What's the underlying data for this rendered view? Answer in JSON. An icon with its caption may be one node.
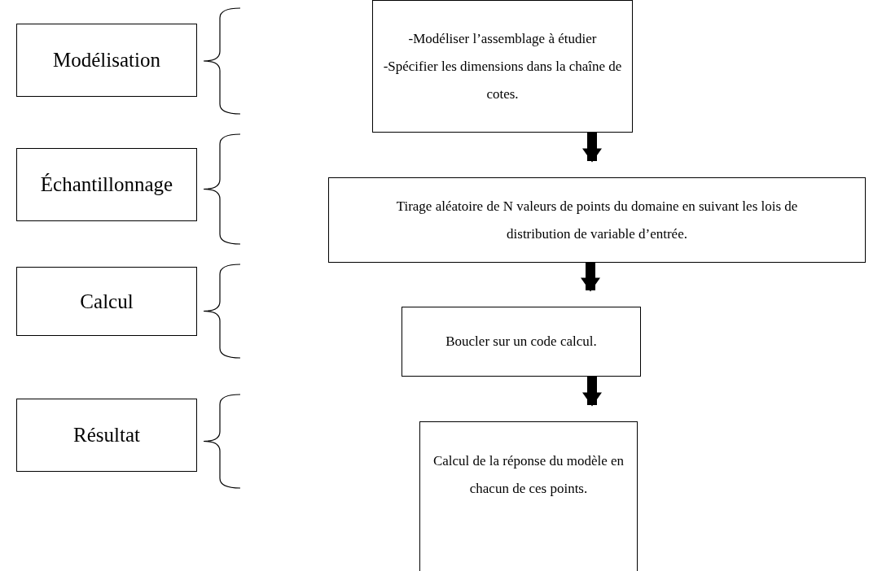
{
  "diagram": {
    "nodes": [
      {
        "text": [
          "Modélisation"
        ]
      },
      {
        "text": [
          "-Modéliser l’assemblage à étudier",
          "-Spécifier les dimensions dans la chaîne de cotes."
        ]
      },
      {
        "text": [
          "Échantillonnage"
        ]
      },
      {
        "text": [
          "Tirage aléatoire de N valeurs de points du domaine en suivant les lois de distribution de variable d’entrée."
        ]
      },
      {
        "text": [
          "Calcul"
        ]
      },
      {
        "text": [
          "Boucler sur un code calcul."
        ]
      },
      {
        "text": [
          "Résultat"
        ]
      },
      {
        "text": [
          "Calcul de la réponse du modèle en chacun de ces points."
        ]
      }
    ],
    "edges": [
      {
        "from": 1,
        "to": 3,
        "arrow": "to"
      },
      {
        "from": 3,
        "to": 5,
        "arrow": "to"
      },
      {
        "from": 5,
        "to": 7,
        "arrow": "to"
      }
    ]
  }
}
